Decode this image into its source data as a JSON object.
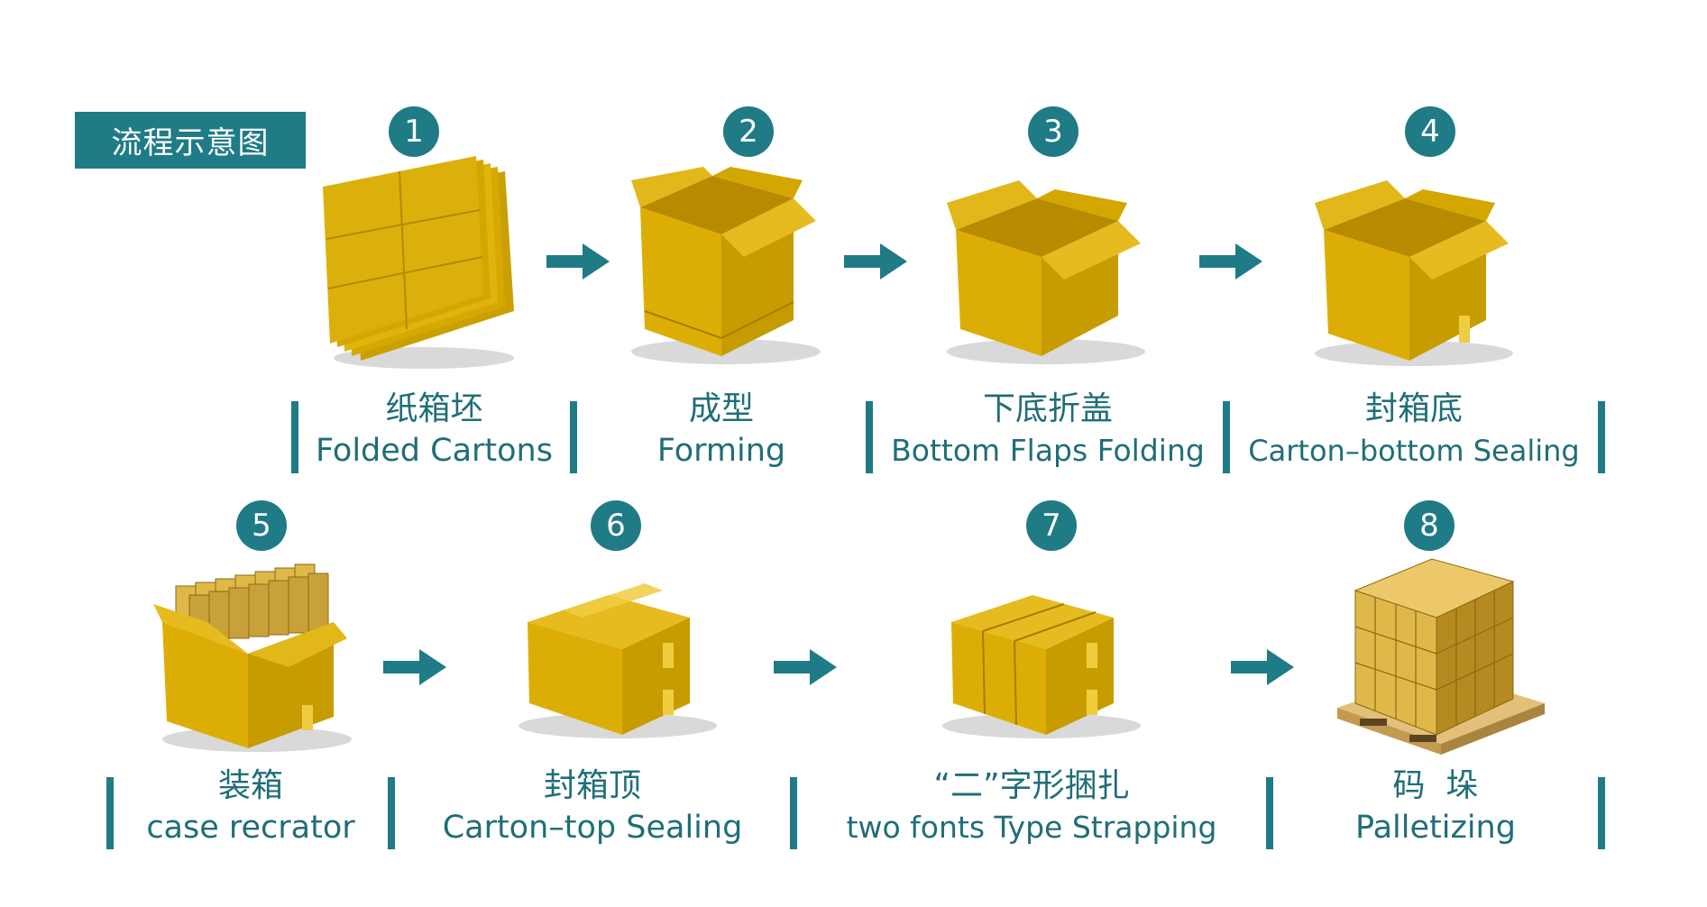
{
  "title": "流程示意图",
  "colors": {
    "teal": "#1f7b86",
    "box_face": "#d8a800",
    "box_dark": "#b78a00",
    "box_light": "#e6b822",
    "shadow": "#cfcfcf"
  },
  "steps": [
    {
      "num": "1",
      "cn": "纸箱坯",
      "en": "Folded Cartons"
    },
    {
      "num": "2",
      "cn": "成型",
      "en": "Forming"
    },
    {
      "num": "3",
      "cn": "下底折盖",
      "en": "Bottom Flaps Folding"
    },
    {
      "num": "4",
      "cn": "封箱底",
      "en": "Carton–bottom Sealing"
    },
    {
      "num": "5",
      "cn": "装箱",
      "en": "case recrator"
    },
    {
      "num": "6",
      "cn": "封箱顶",
      "en": "Carton–top Sealing"
    },
    {
      "num": "7",
      "cn": "“二”字形捆扎",
      "en": "two fonts Type Strapping"
    },
    {
      "num": "8",
      "cn": "码  垛",
      "en": "Palletizing"
    }
  ]
}
